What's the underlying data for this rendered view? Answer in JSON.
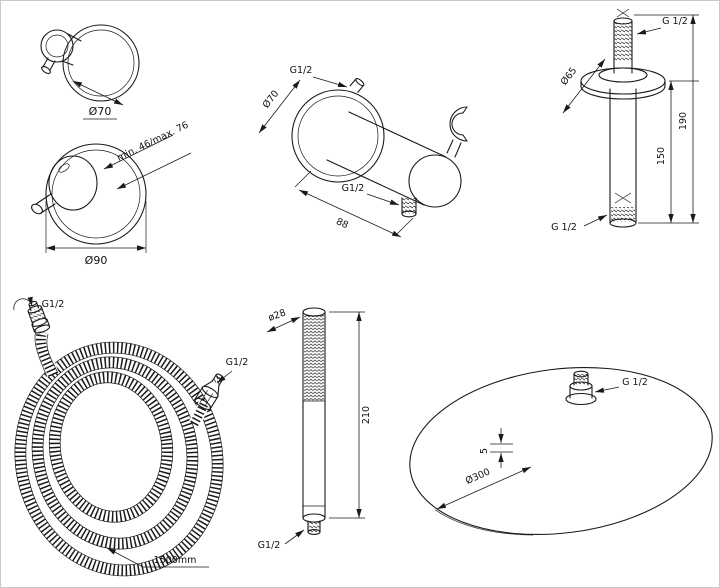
{
  "sheet": {
    "background": "#ffffff",
    "line_color": "#1a1a1a"
  },
  "mixer": {
    "dia_small": "Ø70",
    "depth_range": "min. 46/max. 76",
    "dia_large": "Ø90"
  },
  "elbow": {
    "thread_top": "G1/2",
    "dia": "Ø70",
    "thread_bottom": "G1/2",
    "length": "88"
  },
  "ceiling_arm": {
    "thread_top": "G 1/2",
    "flange_dia": "Ø65",
    "exposed_length": "150",
    "total_length": "190",
    "thread_bottom": "G 1/2"
  },
  "hose": {
    "thread_left": "G1/2",
    "thread_right": "G1/2",
    "length": "1500mm"
  },
  "hand_shower": {
    "dia": "ø28",
    "length": "210",
    "thread": "G1/2"
  },
  "head_shower": {
    "thread": "G 1/2",
    "thickness": "5",
    "dia": "Ø300"
  }
}
